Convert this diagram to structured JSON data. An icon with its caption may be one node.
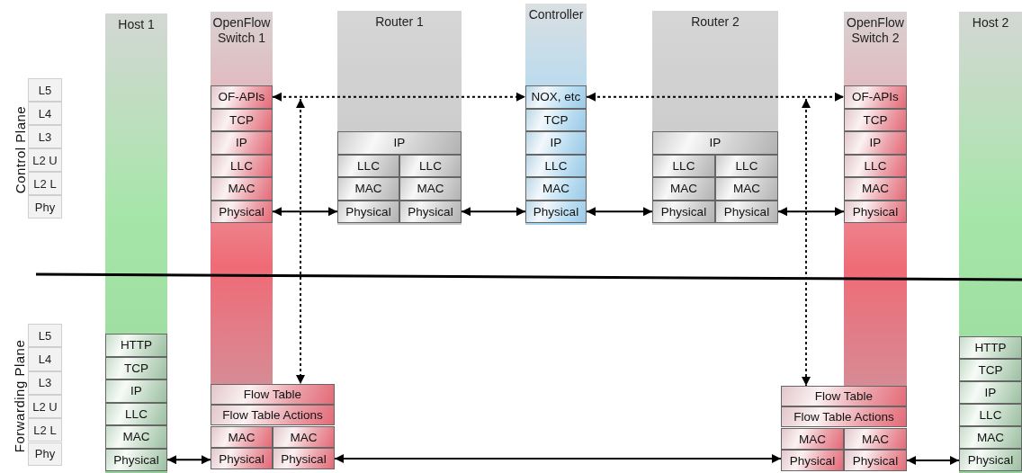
{
  "diagram": {
    "nodes": [
      {
        "text": [
          "Host 1"
        ]
      },
      {
        "text": [
          "OpenFlow Switch 1"
        ]
      },
      {
        "text": [
          "Router 1"
        ]
      },
      {
        "text": [
          "Controller"
        ]
      },
      {
        "text": [
          "Router 2"
        ]
      },
      {
        "text": [
          "OpenFlow Switch 2"
        ]
      },
      {
        "text": [
          "Host 2"
        ]
      },
      {
        "text": [
          "L5"
        ]
      },
      {
        "text": [
          "L4"
        ]
      },
      {
        "text": [
          "L3"
        ]
      },
      {
        "text": [
          "L2 U"
        ]
      },
      {
        "text": [
          "L2 L"
        ]
      },
      {
        "text": [
          "Phy"
        ]
      },
      {
        "text": [
          "OF-APIs"
        ],
        "in": 1
      },
      {
        "text": [
          "TCP"
        ],
        "in": 1
      },
      {
        "text": [
          "IP"
        ],
        "in": 1
      },
      {
        "text": [
          "LLC"
        ],
        "in": 1
      },
      {
        "text": [
          "MAC"
        ],
        "in": 1
      },
      {
        "text": [
          "Physical"
        ],
        "in": 1
      },
      {
        "text": [
          "IP"
        ],
        "in": 2
      },
      {
        "text": [
          "LLC"
        ],
        "in": 2
      },
      {
        "text": [
          "LLC"
        ],
        "in": 2
      },
      {
        "text": [
          "MAC"
        ],
        "in": 2
      },
      {
        "text": [
          "MAC"
        ],
        "in": 2
      },
      {
        "text": [
          "Physical"
        ],
        "in": 2
      },
      {
        "text": [
          "Physical"
        ],
        "in": 2
      },
      {
        "text": [
          "NOX, etc"
        ],
        "in": 3
      },
      {
        "text": [
          "TCP"
        ],
        "in": 3
      },
      {
        "text": [
          "IP"
        ],
        "in": 3
      },
      {
        "text": [
          "LLC"
        ],
        "in": 3
      },
      {
        "text": [
          "MAC"
        ],
        "in": 3
      },
      {
        "text": [
          "Physical"
        ],
        "in": 3
      },
      {
        "text": [
          "IP"
        ],
        "in": 4
      },
      {
        "text": [
          "LLC"
        ],
        "in": 4
      },
      {
        "text": [
          "LLC"
        ],
        "in": 4
      },
      {
        "text": [
          "MAC"
        ],
        "in": 4
      },
      {
        "text": [
          "MAC"
        ],
        "in": 4
      },
      {
        "text": [
          "Physical"
        ],
        "in": 4
      },
      {
        "text": [
          "Physical"
        ],
        "in": 4
      },
      {
        "text": [
          "OF-APIs"
        ],
        "in": 5
      },
      {
        "text": [
          "TCP"
        ],
        "in": 5
      },
      {
        "text": [
          "IP"
        ],
        "in": 5
      },
      {
        "text": [
          "LLC"
        ],
        "in": 5
      },
      {
        "text": [
          "MAC"
        ],
        "in": 5
      },
      {
        "text": [
          "Physical"
        ],
        "in": 5
      },
      {
        "text": [
          "L5"
        ]
      },
      {
        "text": [
          "L4"
        ]
      },
      {
        "text": [
          "L3"
        ]
      },
      {
        "text": [
          "L2 U"
        ]
      },
      {
        "text": [
          "L2 L"
        ]
      },
      {
        "text": [
          "Phy"
        ]
      },
      {
        "text": [
          "HTTP"
        ],
        "in": 0
      },
      {
        "text": [
          "TCP"
        ],
        "in": 0
      },
      {
        "text": [
          "IP"
        ],
        "in": 0
      },
      {
        "text": [
          "LLC"
        ],
        "in": 0
      },
      {
        "text": [
          "MAC"
        ],
        "in": 0
      },
      {
        "text": [
          "Physical"
        ],
        "in": 0
      },
      {
        "text": [
          "Flow Table"
        ]
      },
      {
        "text": [
          "Flow Table Actions"
        ]
      },
      {
        "text": [
          "MAC"
        ]
      },
      {
        "text": [
          "MAC"
        ]
      },
      {
        "text": [
          "Physical"
        ]
      },
      {
        "text": [
          "Physical"
        ]
      },
      {
        "text": [
          "Flow Table"
        ]
      },
      {
        "text": [
          "Flow Table Actions"
        ]
      },
      {
        "text": [
          "MAC"
        ]
      },
      {
        "text": [
          "MAC"
        ]
      },
      {
        "text": [
          "Physical"
        ]
      },
      {
        "text": [
          "Physical"
        ]
      },
      {
        "text": [
          "HTTP"
        ],
        "in": 6
      },
      {
        "text": [
          "TCP"
        ],
        "in": 6
      },
      {
        "text": [
          "IP"
        ],
        "in": 6
      },
      {
        "text": [
          "LLC"
        ],
        "in": 6
      },
      {
        "text": [
          "MAC"
        ],
        "in": 6
      },
      {
        "text": [
          "Physical"
        ],
        "in": 6
      }
    ],
    "edges": [
      {
        "from": 13,
        "to": 26,
        "arrow": "both",
        "style": "dashed"
      },
      {
        "from": 26,
        "to": 39,
        "arrow": "both",
        "style": "dashed"
      },
      {
        "from": null,
        "to": 57,
        "arrow": "both",
        "style": "dashed"
      },
      {
        "from": null,
        "to": 63,
        "arrow": "both",
        "style": "dashed"
      },
      {
        "from": 18,
        "to": 24,
        "arrow": "both"
      },
      {
        "from": 25,
        "to": 31,
        "arrow": "both"
      },
      {
        "from": 31,
        "to": 37,
        "arrow": "both"
      },
      {
        "from": 38,
        "to": 44,
        "arrow": "both"
      },
      {
        "from": 56,
        "to": 61,
        "arrow": "both"
      },
      {
        "from": 62,
        "to": 67,
        "arrow": "both"
      },
      {
        "from": 68,
        "to": 74,
        "arrow": "both"
      }
    ],
    "labels": [
      "Control Plane",
      "Forwarding Plane"
    ]
  }
}
